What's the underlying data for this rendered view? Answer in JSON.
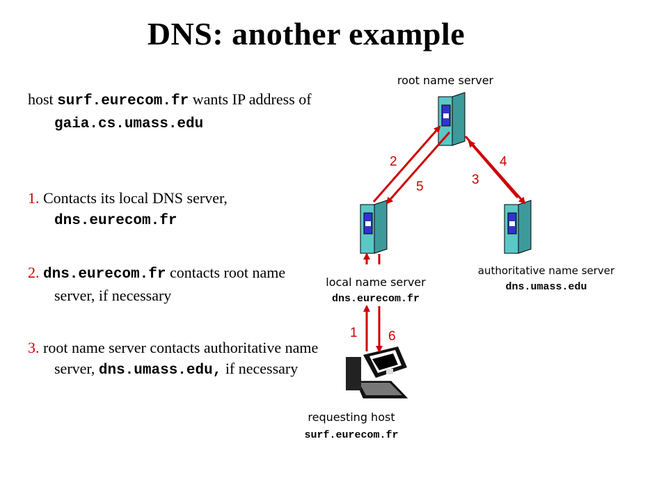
{
  "title": "DNS: another example",
  "paragraphs": {
    "p0": {
      "a": "host ",
      "b": "surf.eurecom.fr",
      "c": " wants IP address of ",
      "d": "gaia.cs.umass.edu"
    },
    "p1": {
      "n": "1. ",
      "a": "Contacts its local DNS server, ",
      "b": "dns.eurecom.fr"
    },
    "p2": {
      "n": "2. ",
      "a": "dns.eurecom.fr",
      "b": " contacts root name server, if necessary"
    },
    "p3": {
      "n": "3. ",
      "a": "root name server contacts authoritative name server, ",
      "b": "dns.umass.edu,",
      "c": " if necessary"
    }
  },
  "nodes": {
    "root": {
      "label": "root name server"
    },
    "local": {
      "label": "local name server",
      "host": "dns.eurecom.fr"
    },
    "auth": {
      "label": "authoritative name server",
      "host": "dns.umass.edu"
    },
    "requesting": {
      "label": "requesting host",
      "host": "surf.eurecom.fr"
    }
  },
  "steps": {
    "s1": "1",
    "s2": "2",
    "s3": "3",
    "s4": "4",
    "s5": "5",
    "s6": "6"
  },
  "colors": {
    "server": "#5cc7c7",
    "server_panel": "#3333cc",
    "arrow": "#cc0000"
  }
}
